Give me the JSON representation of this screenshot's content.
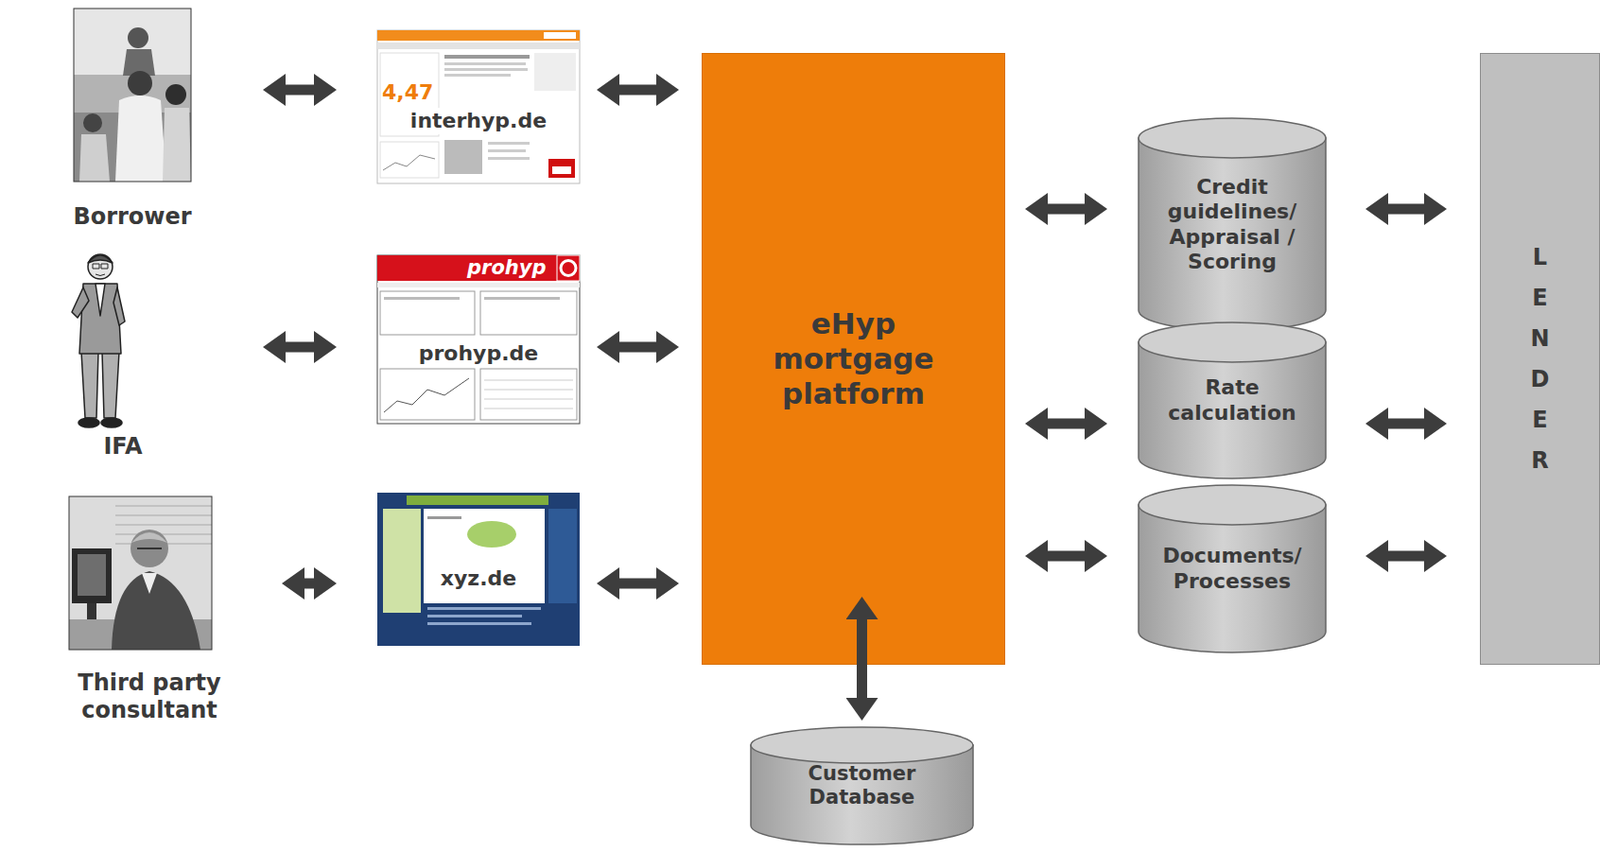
{
  "diagram": {
    "nodes": [
      {
        "text": [
          "Borrower"
        ]
      },
      {
        "text": [
          "interhyp.de"
        ]
      },
      {
        "text": [
          "IFA"
        ]
      },
      {
        "text": [
          "prohyp.de"
        ]
      },
      {
        "text": [
          "Third party consultant"
        ]
      },
      {
        "text": [
          "xyz.de"
        ]
      },
      {
        "text": [
          "eHyp mortgage platform"
        ]
      },
      {
        "text": [
          "Credit guidelines/ Appraisal / Scoring"
        ]
      },
      {
        "text": [
          "Rate calculation"
        ]
      },
      {
        "text": [
          "Documents/ Processes"
        ]
      },
      {
        "text": [
          "Customer Database"
        ]
      },
      {
        "text": [
          "LENDER"
        ]
      }
    ],
    "edges": [
      {
        "from": 0,
        "to": 1,
        "arrow": "both"
      },
      {
        "from": 2,
        "to": 3,
        "arrow": "both"
      },
      {
        "from": 4,
        "to": 5,
        "arrow": "both"
      },
      {
        "from": 1,
        "to": 6,
        "arrow": "both"
      },
      {
        "from": 3,
        "to": 6,
        "arrow": "both"
      },
      {
        "from": 5,
        "to": 6,
        "arrow": "both"
      },
      {
        "from": 6,
        "to": 7,
        "arrow": "both"
      },
      {
        "from": 6,
        "to": 8,
        "arrow": "both"
      },
      {
        "from": 6,
        "to": 9,
        "arrow": "both"
      },
      {
        "from": 6,
        "to": 10,
        "arrow": "both"
      },
      {
        "from": 7,
        "to": 11,
        "arrow": "both"
      },
      {
        "from": 8,
        "to": 11,
        "arrow": "both"
      },
      {
        "from": 9,
        "to": 11,
        "arrow": "both"
      }
    ],
    "labels": [
      "4,47",
      "prohyp"
    ]
  }
}
